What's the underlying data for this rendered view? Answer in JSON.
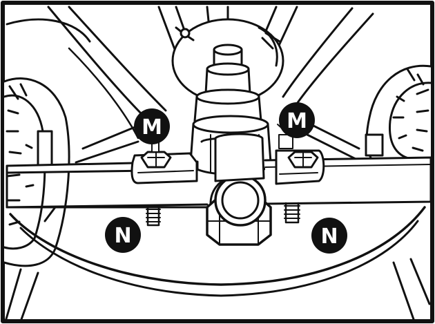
{
  "diagram": {
    "stroke_color": "#111111",
    "background_color": "#ffffff",
    "callout_fill": "#111111",
    "callout_text_color": "#ffffff",
    "labels": {
      "m_left": "M",
      "m_right": "M",
      "n_left": "N",
      "n_right": "N"
    }
  }
}
